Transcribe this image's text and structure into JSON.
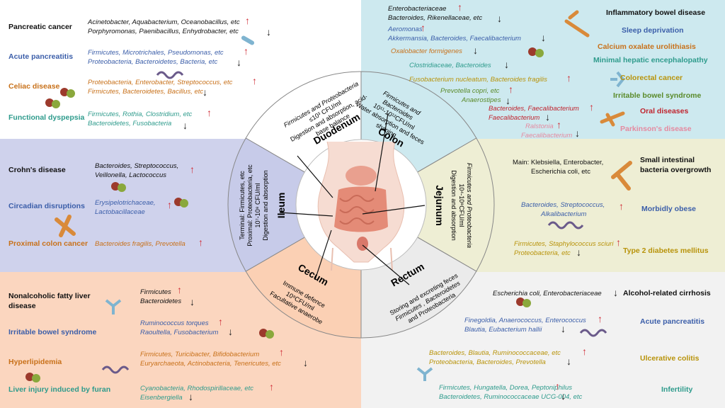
{
  "colors": {
    "duodenum_bg": "#ffffff",
    "colon_bg": "#cde9ef",
    "ileum_bg": "#cfd2ec",
    "jejunum_bg": "#eeeed4",
    "cecum_bg": "#fbd6bf",
    "rectum_bg": "#f1f1f1",
    "up_arrow": "#d0303a",
    "down_arrow": "#222222",
    "blue_text": "#3b5ea9",
    "orange_text": "#c8711a",
    "teal_text": "#2e9b8c",
    "gold_text": "#b8930a",
    "green_text": "#5a8a2a",
    "red_text": "#c0242e",
    "pink_text": "#e58aa0"
  },
  "regions": {
    "duodenum": {
      "name": "Duodenum",
      "desc": [
        "Firmicutes and Proteobacteria",
        "≤10³ CFU/ml",
        "Digestion and absorption, acid-",
        "base balance"
      ]
    },
    "colon": {
      "name": "Colon",
      "desc": [
        "Firmicutes and",
        "Bacteroides",
        "10¹¹-10¹²CFU/ml",
        "Water absorption and feces",
        "shaping"
      ]
    },
    "jejunum": {
      "name": "Jejunum",
      "desc": [
        "Firmicutes and Proteobacteria",
        "10⁴-10⁸CFU/ml",
        "Digestion and absorption"
      ]
    },
    "rectum": {
      "name": "Rectum",
      "desc": [
        "Storing and excreting feces",
        "Firmicutes , Bacteroidetes",
        "and Proteobacteria"
      ]
    },
    "cecum": {
      "name": "Cecum",
      "desc": [
        "Immune defence",
        "10⁸CFU/ml",
        "Facultative anaerobe"
      ]
    },
    "ileum": {
      "name": "Ileum",
      "desc": [
        "Terminal: Firmicutes,  etc",
        "Proximal: Proteobacteria,  etc",
        "10⁷-10⁸ CFU/ml",
        "Digestion and absorption"
      ]
    }
  },
  "duodenum_panel": [
    {
      "disease": "Pancreatic cancer",
      "up": "Acinetobacter, Aquabacterium, Oceanobacillus, etc",
      "down": "Porphyromonas, Paenibacillus, Enhydrobacter, etc"
    },
    {
      "disease": "Acute pancreatitis",
      "up": "Firmicutes, Microtrichales, Pseudomonas, etc",
      "down": "Proteobacteria, Bacteroidetes, Bacteria, etc"
    },
    {
      "disease": "Celiac disease",
      "up": "Proteobacteria, Enterobacter, Streptococcus, etc",
      "down": "Firmicutes, Bacteroidetes, Bacillus, etc"
    },
    {
      "disease": "Functional dyspepsia",
      "up": "Firmicutes, Rothia, Clostridium, etc",
      "down": "Bacteroidetes, Fusobacteria"
    }
  ],
  "colon_panel": {
    "top_up": "Enterobacteriaceae",
    "top_down": "Bacteroides, Rikenellaceae, etc",
    "aeromonas": "Aeromonas",
    "akkermansia": "Akkermansia, Bacteroides, Faecalibacterium",
    "oxalobacter": "Oxalobacter formigenes",
    "clostridiaceae": "Clostridiaceae, Bacteroides",
    "fusobacterium": "Fusobacterium nucleatum, Bacteroides fragilis",
    "prevotella": "Prevotella copri, etc",
    "anaerostipes": "Anaerostipes",
    "bact_faec": "Bacteroides, Faecalibacterium",
    "faecalibacterium": "Faecalibacterium",
    "ralstonia": "Ralstonia",
    "faecalibacterium2": "Faecalibacterium",
    "diseases": [
      "Inflammatory bowel disease",
      "Sleep deprivation",
      "Calcium oxalate urolithiasis",
      "Minimal hepatic encephalopathy",
      "Colorectal cancer",
      "Irritable bowel syndrome",
      "Oral diseases",
      "Parkinson's disease"
    ]
  },
  "ileum_panel": [
    {
      "disease": "Crohn's disease",
      "up": "Bacteroides, Streptococcus,",
      "up2": "Veillonella,  Lactococcus"
    },
    {
      "disease": "Circadian disruptions",
      "up": "Erysipelotrichaceae,",
      "up2": "Lactobacillaceae"
    },
    {
      "disease": "Proximal  colon cancer",
      "up": "Bacteroides fragilis, Prevotella"
    }
  ],
  "jejunum_panel": {
    "main_label": "Main: Klebsiella, Enterobacter,",
    "main_label2": "Escherichia coli, etc",
    "sibo": [
      "Small intestinal",
      "bacteria overgrowth"
    ],
    "obese_up": "Bacteroides, Streptococcus,",
    "obese_up2": "Alkalibacterium",
    "obese": "Morbidly obese",
    "t2d_up": "Firmicutes, Staphylococcus sciuri",
    "t2d_down": "Proteobacteria, etc",
    "t2d": "Type 2 diabetes mellitus"
  },
  "cecum_panel": {
    "nafld": [
      "Nonalcoholic fatty liver",
      "disease"
    ],
    "nafld_up": "Firmicutes",
    "nafld_down": "Bacteroidetes",
    "ibs": "Irritable bowel syndrome",
    "ibs_up": "Ruminococcus torques",
    "ibs_down": "Raoultella, Fusobacterium",
    "hyper": "Hyperlipidemia",
    "hyper_up": "Firmicutes, Turicibacter, Bifidobacterium",
    "hyper_down": "Euryarchaeota, Actinobacteria, Tenericutes, etc",
    "liver": "Liver injury induced by furan",
    "liver_up": "Cyanobacteria, Rhodospirillaceae, etc",
    "liver_down": "Eisenbergiella"
  },
  "rectum_panel": {
    "cirr_down": "Escherichia coli, Enterobacteriaceae",
    "cirr": "Alcohol-related cirrhosis",
    "ap_up": "Finegoldia, Anaerococcus, Enterococcus",
    "ap_down": "Blautia, Eubacterium hallii",
    "ap": "Acute pancreatitis",
    "uc_up": "Bacteroides, Blautia, Ruminococcaceae, etc",
    "uc_down": "Proteobacteria, Bacteroides, Prevotella",
    "uc": "Ulcerative colitis",
    "inf_up": "Firmicutes, Hungatella, Dorea, Peptoniphilus",
    "inf_down": "Bacteroidetes, Ruminococcaceae UCG-004, etc",
    "inf": "Infertility"
  },
  "icons": [
    "up-arrow-icon",
    "down-arrow-icon",
    "coccus-bacteria-icon",
    "bacillus-bacteria-icon",
    "spirillum-bacteria-icon",
    "vibrio-bacteria-icon",
    "intestine-illustration-icon"
  ]
}
